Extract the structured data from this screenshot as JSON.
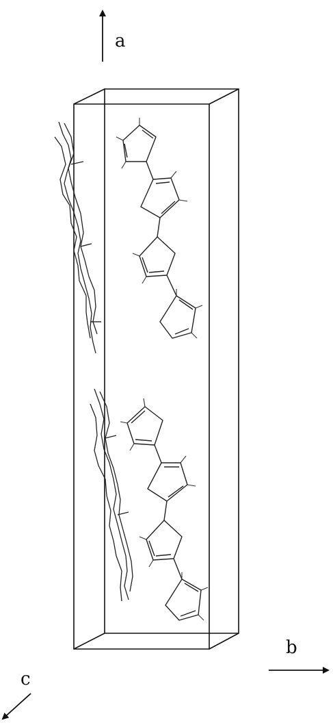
{
  "axes": {
    "a": {
      "label": "a"
    },
    "b": {
      "label": "b"
    },
    "c": {
      "label": "c"
    }
  },
  "colors": {
    "ink": "#111111",
    "background": "#ffffff"
  },
  "unit_cell": {
    "molecules_in_cell": 2,
    "rings_per_molecule": 4
  }
}
